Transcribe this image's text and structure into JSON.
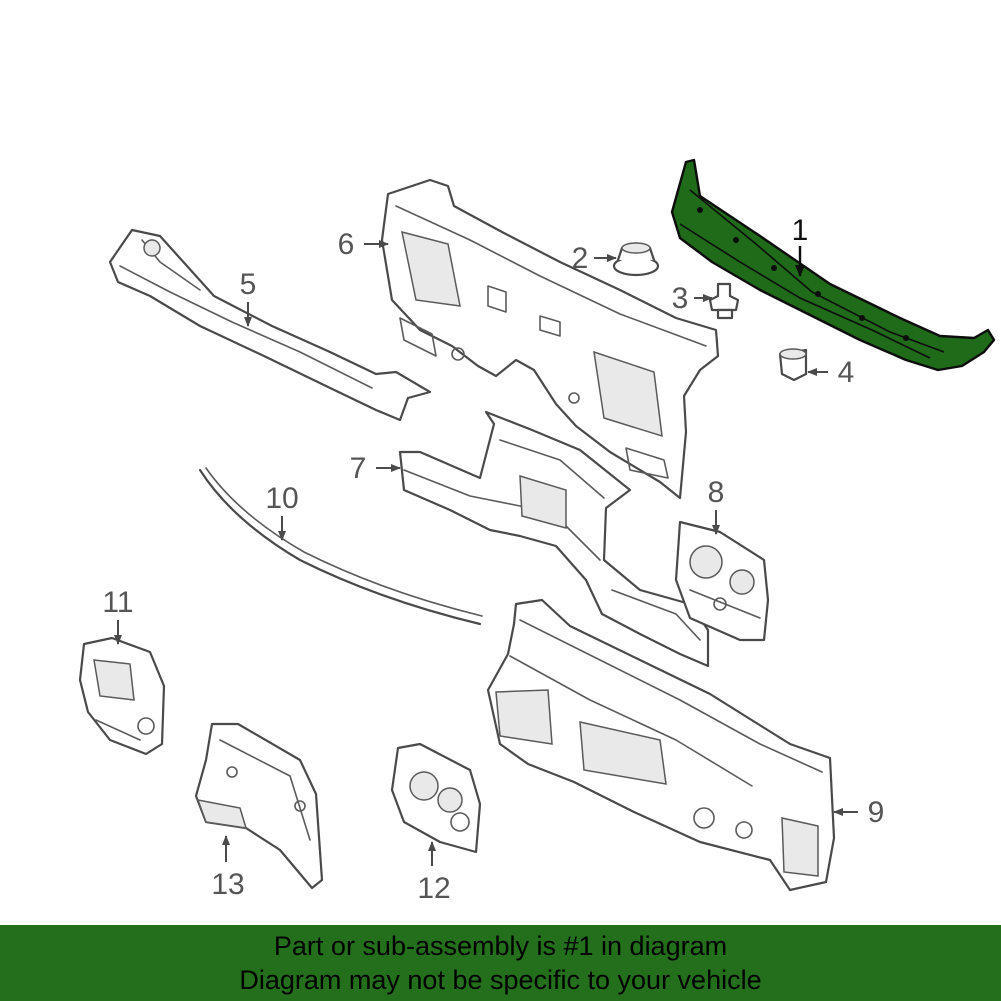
{
  "callouts": {
    "c1": "1",
    "c2": "2",
    "c3": "3",
    "c4": "4",
    "c5": "5",
    "c6": "6",
    "c7": "7",
    "c8": "8",
    "c9": "9",
    "c10": "10",
    "c11": "11",
    "c12": "12",
    "c13": "13"
  },
  "highlight_color": "#236f1c",
  "banner": {
    "line1": "Part or sub-assembly is #1 in diagram",
    "line2": "Diagram may not be specific to your vehicle"
  }
}
